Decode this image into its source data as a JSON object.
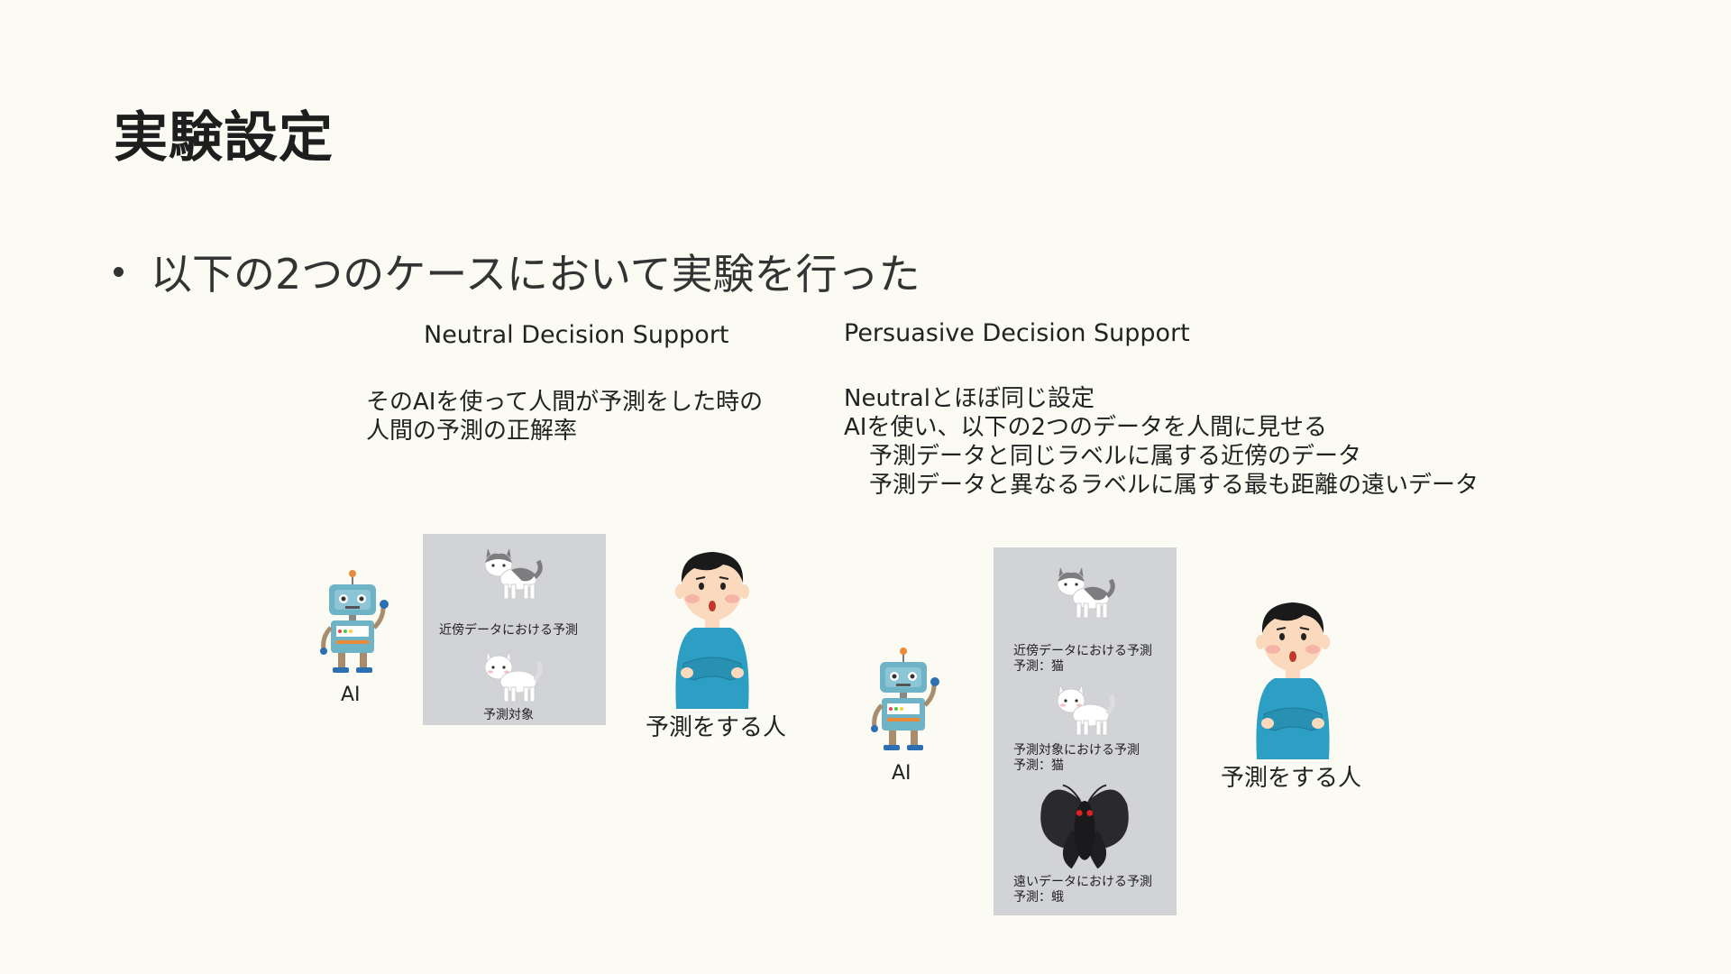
{
  "title": "実験設定",
  "bullet": "以下の2つのケースにおいて実験を行った",
  "neutral": {
    "heading": "Neutral Decision Support",
    "desc_lines": [
      "そのAIを使って人間が予測をした時の",
      "人間の予測の正解率"
    ],
    "panel": {
      "neighbor_caption": "近傍データにおける予測",
      "target_caption": "予測対象"
    },
    "ai_label": "AI",
    "person_label": "予測をする人"
  },
  "persuasive": {
    "heading": "Persuasive Decision Support",
    "desc_lines": [
      "Neutralとほぼ同じ設定",
      "AIを使い、以下の2つのデータを人間に見せる",
      "予測データと同じラベルに属する近傍のデータ",
      "予測データと異なるラベルに属する最も距離の遠いデータ"
    ],
    "panel": {
      "neighbor_caption_1": "近傍データにおける予測",
      "neighbor_caption_2": "予測：猫",
      "target_caption_1": "予測対象における予測",
      "target_caption_2": "予測：猫",
      "far_caption_1": "遠いデータにおける予測",
      "far_caption_2": "予測：蛾"
    },
    "ai_label": "AI",
    "person_label": "予測をする人"
  },
  "icons": {
    "robot": "robot-icon",
    "gray_cat": "gray-white-cat-icon",
    "white_cat": "white-cat-icon",
    "person": "person-arms-crossed-icon",
    "moth": "moth-icon"
  },
  "colors": {
    "background": "#fbfbf3",
    "panel": "#d2d3d6",
    "robot": "#6fb3c7",
    "person_shirt": "#2d9fc4"
  }
}
